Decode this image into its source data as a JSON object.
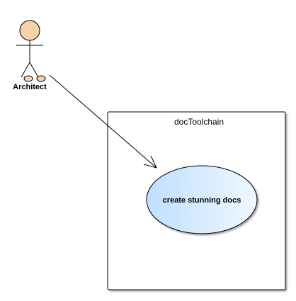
{
  "actor": {
    "name": "Architect",
    "head_color": "#F8D3A8",
    "foot_color": "#F8D3A8"
  },
  "system": {
    "title": "docToolchain"
  },
  "use_case": {
    "label": "create stunning docs",
    "fill_start": "#BFDFFF",
    "fill_end": "#F0F8FF"
  }
}
